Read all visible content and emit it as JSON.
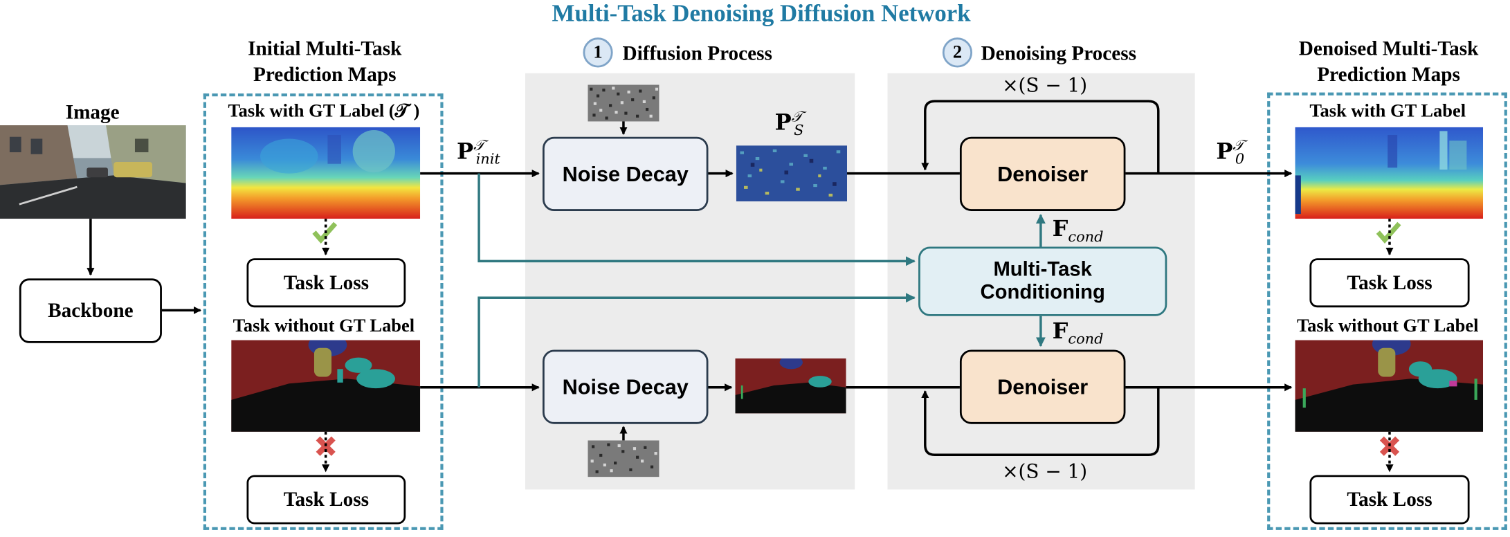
{
  "title": "Multi-Task Denoising Diffusion Network",
  "image_label": "Image",
  "backbone_label": "Backbone",
  "initial_maps": {
    "heading_line1": "Initial Multi-Task",
    "heading_line2": "Prediction Maps",
    "task_gt": "Task with GT Label (𝒯 )",
    "task_no_gt": "Task without GT Label",
    "loss_top": "Task Loss",
    "loss_bottom": "Task Loss"
  },
  "diffusion": {
    "number": "1",
    "label": "Diffusion Process",
    "noise_decay_top": "Noise Decay",
    "noise_decay_bottom": "Noise Decay"
  },
  "denoising": {
    "number": "2",
    "label": "Denoising Process",
    "denoiser_top": "Denoiser",
    "denoiser_bottom": "Denoiser",
    "loop_top": "×(S − 1)",
    "loop_bottom": "×(S − 1)",
    "conditioning_line1": "Multi-Task",
    "conditioning_line2": "Conditioning"
  },
  "math": {
    "p_init": "P",
    "p_init_sup": "𝒯",
    "p_init_sub": "init",
    "p_s": "P",
    "p_s_sup": "𝒯",
    "p_s_sub": "S",
    "p_0": "P",
    "p_0_sup": "𝒯",
    "p_0_sub": "0",
    "f_cond_top": "F",
    "f_cond_top_sub": "cond",
    "f_cond_bottom": "F",
    "f_cond_bottom_sub": "cond"
  },
  "denoised_maps": {
    "heading_line1": "Denoised Multi-Task",
    "heading_line2": "Prediction Maps",
    "task_gt": "Task with GT Label",
    "task_no_gt": "Task without GT Label",
    "loss_top": "Task Loss",
    "loss_bottom": "Task Loss"
  },
  "colors": {
    "title": "#1f7aa3",
    "dashed_border": "#4a98b3",
    "panel_bg": "#ececec",
    "conditioning_arrow": "#2f7880",
    "check": "#8fc15a",
    "cross": "#d9534f"
  },
  "icons": [
    "check-icon",
    "cross-icon"
  ]
}
